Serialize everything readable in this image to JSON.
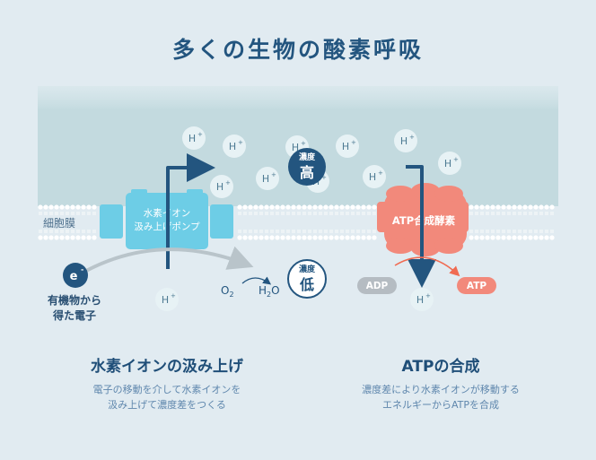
{
  "title": "多くの生物の酸素呼吸",
  "membrane_label": "細胞膜",
  "pump_label_lines": [
    "水素イオン",
    "汲み上げポンプ"
  ],
  "atp_synthase_label": "ATP合成酵素",
  "electron": {
    "symbol": "e",
    "charge": "-",
    "caption_lines": [
      "有機物から",
      "得た電子"
    ]
  },
  "hydrogen_ion": {
    "symbol": "H",
    "charge": "+"
  },
  "oxygen": {
    "o2": "O",
    "o2_sub": "2",
    "h2o_left": "H",
    "h2o_sub": "2",
    "h2o_right": "O"
  },
  "concentration_high": {
    "label": "濃度",
    "value": "高"
  },
  "concentration_low": {
    "label": "濃度",
    "value": "低"
  },
  "adp_label": "ADP",
  "atp_label": "ATP",
  "section_pump": {
    "title": "水素イオンの汲み上げ",
    "body_lines": [
      "電子の移動を介して水素イオンを",
      "汲み上げて濃度差をつくる"
    ]
  },
  "section_atp": {
    "title": "ATPの合成",
    "body_lines": [
      "濃度差により水素イオンが移動する",
      "エネルギーからATPを合成"
    ]
  },
  "colors": {
    "background": "#e1ebf1",
    "upper_space": "#c3dadf",
    "lipid_head": "#ffffff",
    "pump": "#6dcde6",
    "pump_dark": "#4fb9d6",
    "atp_synthase": "#f2897b",
    "navy": "#23557f",
    "ion_fill": "#e7f2f5",
    "ion_text": "#4e7b93",
    "adp": "#b5bcc2",
    "gray_arrow": "#b9c4ca"
  },
  "icons": [
    "electron-icon",
    "hydrogen-ion-icon",
    "up-arrow-icon",
    "down-arrow-icon",
    "curved-arrow-icon"
  ]
}
